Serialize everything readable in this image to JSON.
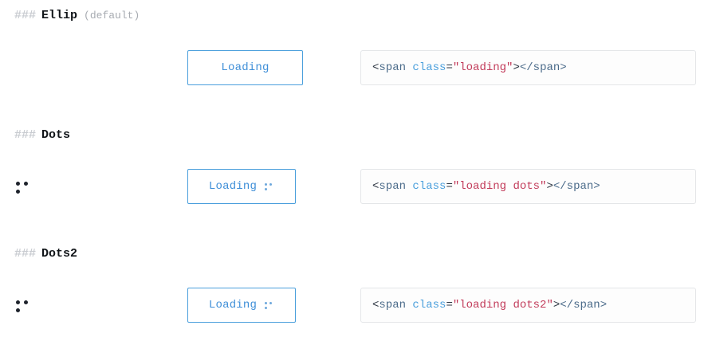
{
  "page": {
    "background": "#ffffff",
    "accent": "#4a9fdc",
    "string_color": "#c23b5a",
    "attr_color": "#4a9fdc",
    "tag_color": "#4b6b8a",
    "punct_color": "#2b3440",
    "hash_color": "#c9ccd1"
  },
  "sections": [
    {
      "hash": "###",
      "title": "Ellip",
      "note": "(default)",
      "button": {
        "label": "Loading",
        "has_spinner": false,
        "spinner_name": ""
      },
      "indicator": {
        "visible": false,
        "dots": 0
      },
      "code": {
        "open_lt": "<",
        "tag": "span",
        "attr": "class",
        "eq": "=",
        "value": "\"loading\"",
        "gt": ">",
        "close": "</span>",
        "full": "<span class=\"loading\"></span>"
      }
    },
    {
      "hash": "###",
      "title": "Dots",
      "note": "",
      "button": {
        "label": "Loading",
        "has_spinner": true,
        "spinner_name": "braille-dots-spinner"
      },
      "indicator": {
        "visible": true,
        "dots": 3
      },
      "code": {
        "open_lt": "<",
        "tag": "span",
        "attr": "class",
        "eq": "=",
        "value": "\"loading dots\"",
        "gt": ">",
        "close": "</span>",
        "full": "<span class=\"loading dots\"></span>"
      }
    },
    {
      "hash": "###",
      "title": "Dots2",
      "note": "",
      "button": {
        "label": "Loading",
        "has_spinner": true,
        "spinner_name": "braille-dots-spinner"
      },
      "indicator": {
        "visible": true,
        "dots": 3
      },
      "code": {
        "open_lt": "<",
        "tag": "span",
        "attr": "class",
        "eq": "=",
        "value": "\"loading dots2\"",
        "gt": ">",
        "close": "</span>",
        "full": "<span class=\"loading dots2\"></span>"
      }
    }
  ]
}
